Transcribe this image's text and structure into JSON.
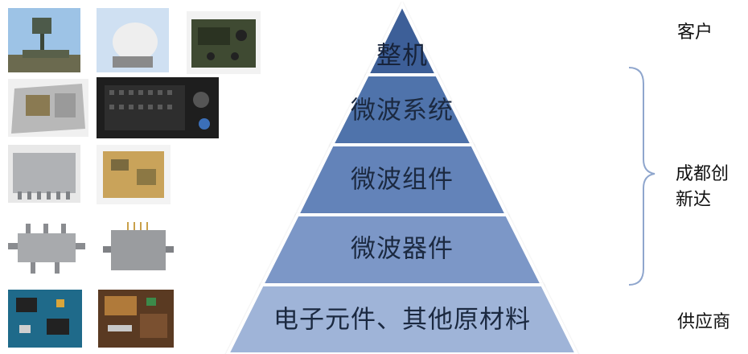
{
  "pyramid": {
    "tiers": [
      {
        "label": "整机",
        "color": "#3e5f98"
      },
      {
        "label": "微波系统",
        "color": "#5073ab"
      },
      {
        "label": "微波组件",
        "color": "#6483b9"
      },
      {
        "label": "微波器件",
        "color": "#7b97c7"
      },
      {
        "label": "电子元件、其他原材料",
        "color": "#9fb4d8"
      }
    ]
  },
  "side": {
    "customer": "客户",
    "company_line1": "成都创",
    "company_line2": "新达",
    "supplier": "供应商"
  },
  "colors": {
    "bracket": "#8fa6cd"
  }
}
